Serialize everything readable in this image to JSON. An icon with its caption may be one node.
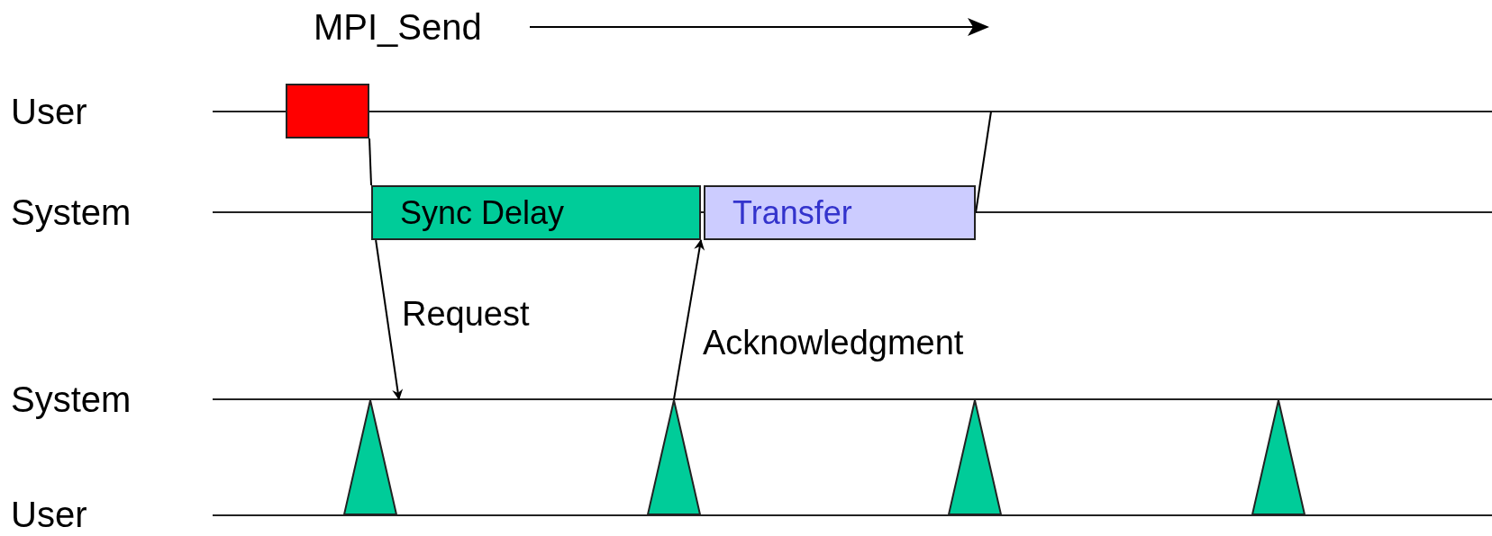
{
  "diagram": {
    "nodes": [
      {
        "text": [],
        "shape": "box"
      },
      {
        "text": [
          "Sync Delay"
        ]
      },
      {
        "text": [
          "Transfer"
        ]
      },
      {
        "text": [],
        "shape": "triangle"
      },
      {
        "text": [],
        "shape": "triangle"
      },
      {
        "text": [],
        "shape": "triangle"
      },
      {
        "text": [],
        "shape": "triangle"
      }
    ],
    "edges": [
      {
        "from": 0,
        "to": 1,
        "arrow": "none"
      },
      {
        "from": 1,
        "to": 3,
        "arrow": "to",
        "label": "Request"
      },
      {
        "from": 4,
        "to": 1,
        "arrow": "to",
        "label": "Acknowledgment"
      },
      {
        "from": 2,
        "to": null,
        "arrow": "none"
      }
    ],
    "labels": [
      "MPI_Send",
      "User",
      "System",
      "System",
      "User"
    ]
  }
}
